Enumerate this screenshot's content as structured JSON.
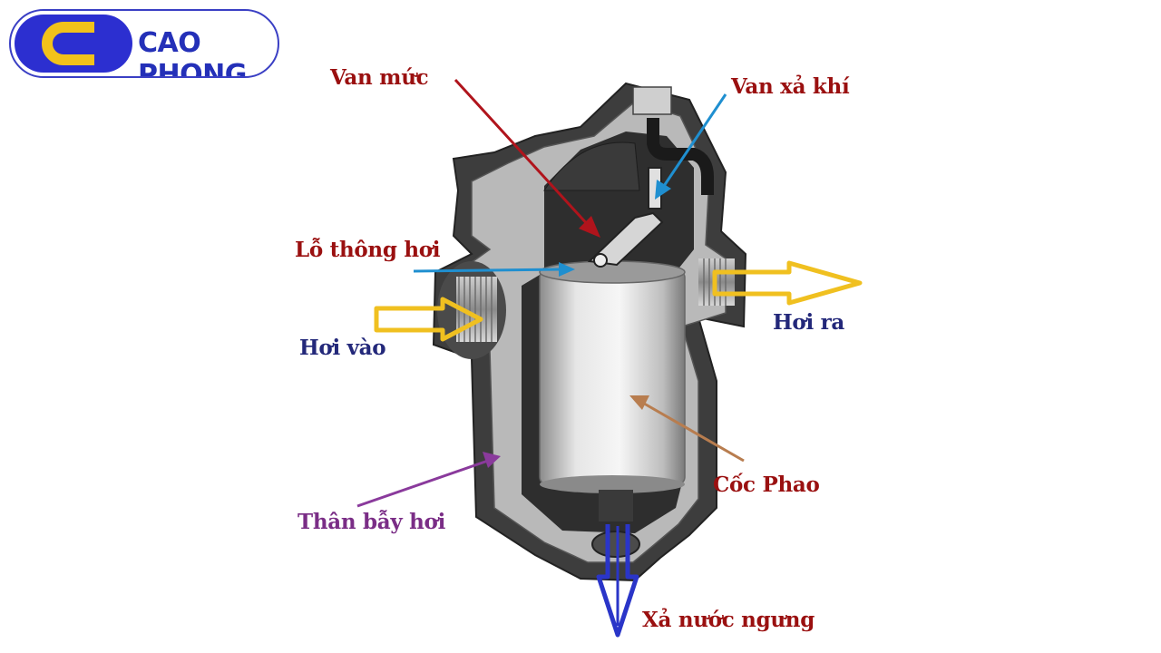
{
  "brand": {
    "name": "CAO PHONG",
    "logo_color": "#2c2fd0",
    "logo_accent": "#f2c21b"
  },
  "labels": {
    "van_muc": "Van mức",
    "van_xa_khi": "Van xả khí",
    "lo_thong_hoi": "Lỗ thông hơi",
    "hoi_vao": "Hơi vào",
    "hoi_ra": "Hơi ra",
    "coc_phao": "Cốc Phao",
    "than_bay_hoi": "Thân bẫy hơi",
    "xa_nuoc_ngung": "Xả nước ngưng"
  },
  "colors": {
    "red_label": "#9a1010",
    "navy_label": "#23287a",
    "purple_label": "#7a2d86",
    "arrow_red": "#b0141c",
    "arrow_blue": "#1f8fd0",
    "arrow_brown": "#b87d4f",
    "arrow_purple": "#8a3a9c",
    "flow_yellow": "#f0c020",
    "drain_blue": "#2a35c8"
  }
}
